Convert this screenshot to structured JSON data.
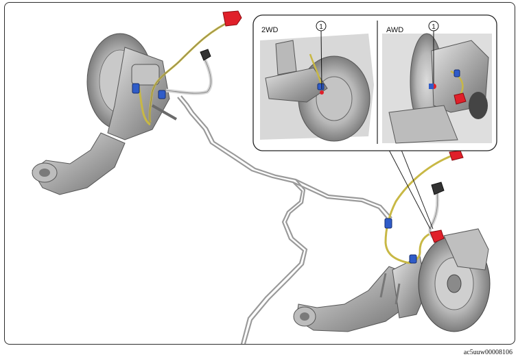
{
  "inset": {
    "left_label": "2WD",
    "right_label": "AWD",
    "callout_left": "1",
    "callout_right": "1"
  },
  "reference_code": "ac5uuw00008106",
  "colors": {
    "hose_yellow": "#c8b845",
    "connector_red": "#e0202a",
    "clip_blue": "#2f5cc8",
    "metal_gray": "#b5b5b5",
    "line": "#2b2b2b"
  }
}
